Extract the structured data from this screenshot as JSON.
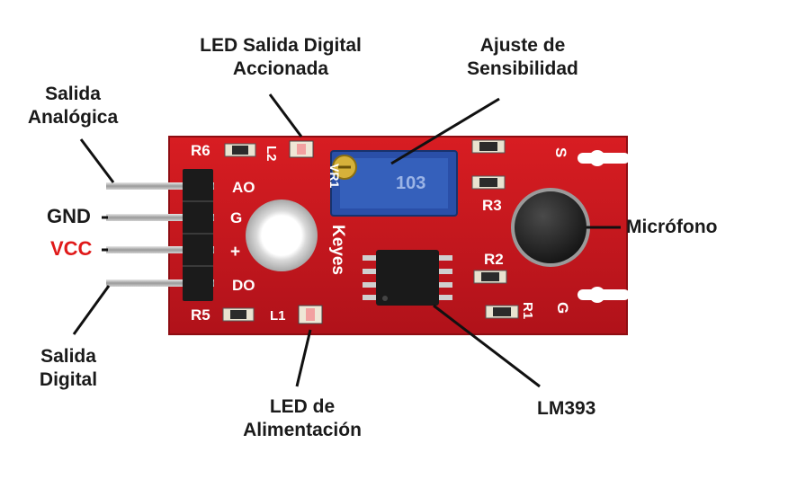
{
  "labels": {
    "led_digital_line1": "LED Salida Digital",
    "led_digital_line2": "Accionada",
    "ajuste_line1": "Ajuste de",
    "ajuste_line2": "Sensibilidad",
    "salida_analogica_line1": "Salida",
    "salida_analogica_line2": "Analógica",
    "gnd": "GND",
    "vcc": "VCC",
    "microfono": "Micrófono",
    "salida_digital_line1": "Salida",
    "salida_digital_line2": "Digital",
    "led_alim_line1": "LED de",
    "led_alim_line2": "Alimentación",
    "lm393": "LM393"
  },
  "board_silkscreen": {
    "r6": "R6",
    "r5": "R5",
    "r3": "R3",
    "r2": "R2",
    "r1": "R1",
    "l1": "L1",
    "l2": "L2",
    "vr1": "VR1",
    "ao": "AO",
    "g_pin": "G",
    "plus_pin": "+",
    "do_pin": "DO",
    "brand": "Keyes",
    "s_mic": "S",
    "g_mic": "G",
    "pot_code": "103"
  },
  "colors": {
    "pcb": "#c8151b",
    "pcb_dark": "#8e0d12",
    "potentiometer": "#2a4fa8",
    "vcc_text": "#e01a1a"
  }
}
